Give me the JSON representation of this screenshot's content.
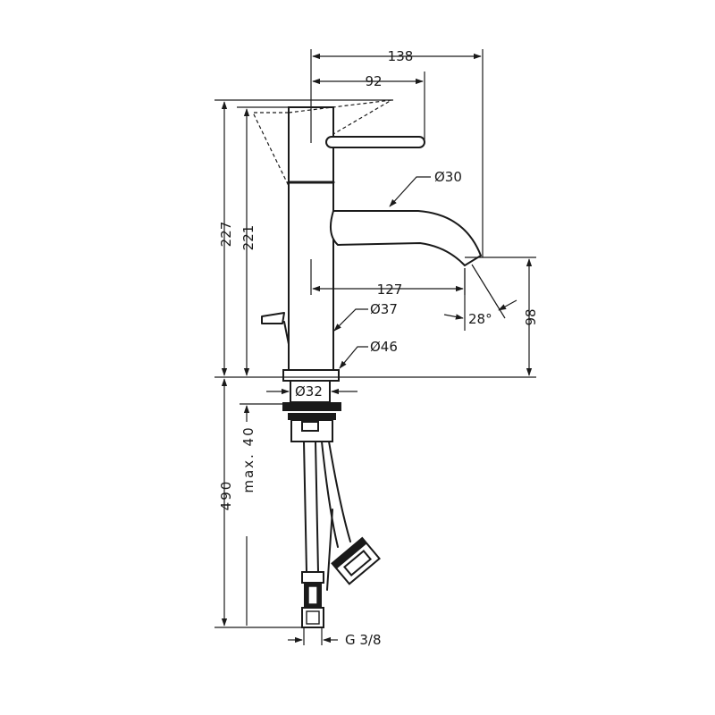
{
  "dimensions": {
    "d138": "138",
    "d92": "92",
    "d30": "Ø30",
    "d227": "227",
    "d221": "221",
    "d127": "127",
    "d37": "Ø37",
    "d28": "28°",
    "d98": "98",
    "d46": "Ø46",
    "d32": "Ø32",
    "dmax40": "max. 40",
    "d490": "490",
    "g38": "G 3/8"
  },
  "colors": {
    "line": "#1a1a1a",
    "background": "#ffffff"
  }
}
